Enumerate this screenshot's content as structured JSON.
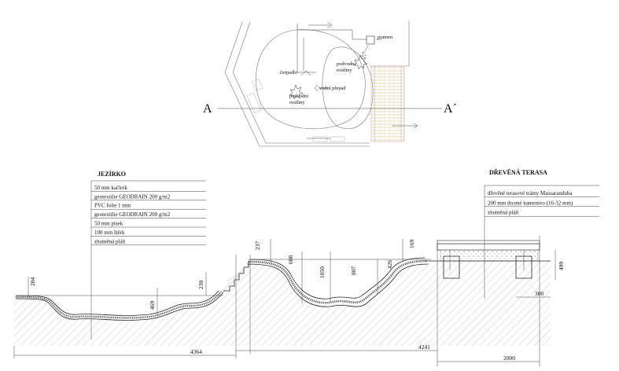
{
  "plan": {
    "label_pramen": "pramen",
    "label_podvodni_1a": "podvodní",
    "label_podvodni_1b": "rostliny",
    "label_cerpadlo": "čerpadlo",
    "label_vodni_prepad": "vodní přepad",
    "label_podvodni_2a": "podvodní",
    "label_podvodni_2b": "rostliny",
    "section_a": "A",
    "section_a_prime": "A´"
  },
  "jezirko": {
    "title": "JEZÍRKO",
    "layers": [
      "50 mm kačírek",
      "geotextilie GEODRAIN 200 g/m2",
      "PVC folie 1 mm",
      "geotextilie GEODRAIN 200 g/m2",
      "50 mm písek",
      "100 mm štěrk",
      "zhutněná pláň"
    ]
  },
  "terasa": {
    "title": "DŘEVĚNÁ TERASA",
    "layers": [
      "dřevěné terasové trámy Massaranduba",
      "200 mm drcené kamenivo (16-32 mm)",
      "zhutněná pláň"
    ]
  },
  "dimensions": {
    "d204": "204",
    "d469": "469",
    "d230": "230",
    "d237": "237",
    "d608": "608",
    "d1050": "1050",
    "d807": "807",
    "d426": "426",
    "d169": "169",
    "d499": "499",
    "d300": "300",
    "d4364": "4364",
    "d4241": "4241",
    "d2000": "2000"
  }
}
